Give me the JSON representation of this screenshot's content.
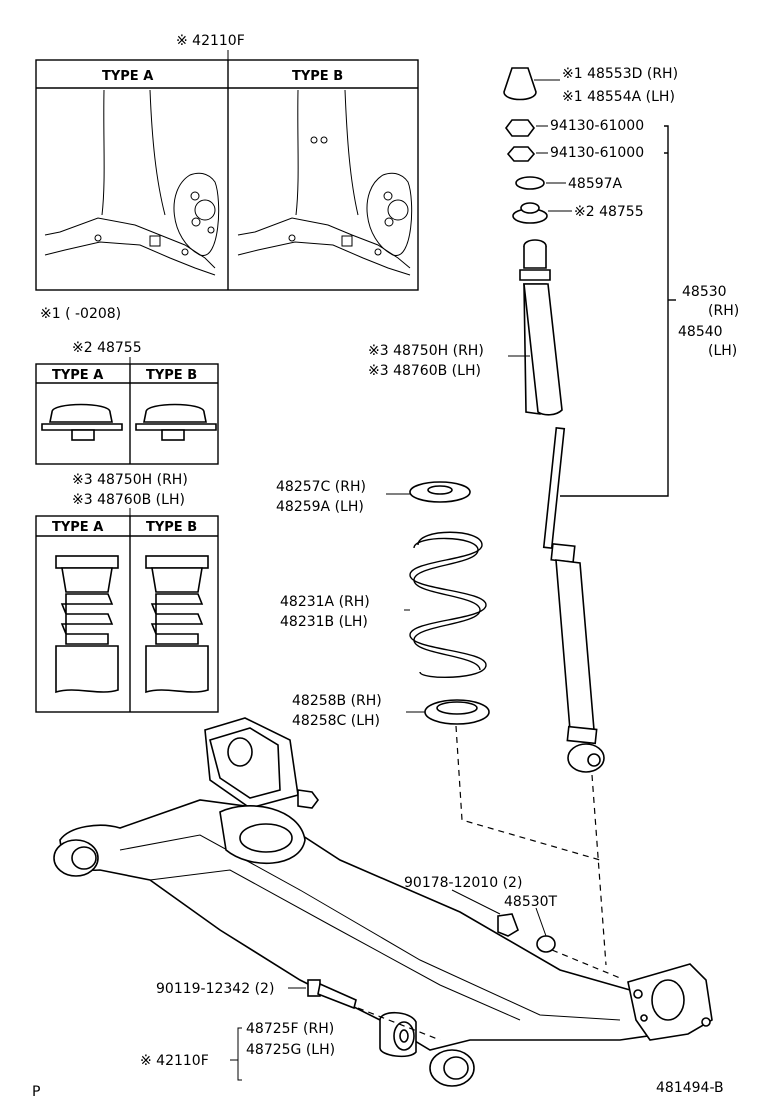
{
  "top": {
    "part_42110F_header": "※ 42110F",
    "type_a": "TYPE A",
    "type_b": "TYPE B",
    "note_range": "※1 (        -0208)"
  },
  "insert2": {
    "title": "※2 48755",
    "type_a": "TYPE A",
    "type_b": "TYPE B"
  },
  "insert3": {
    "title_rh": "※3 48750H (RH)",
    "title_lh": "※3 48760B (LH)",
    "type_a": "TYPE A",
    "type_b": "TYPE B"
  },
  "labels": {
    "p48553D": "※1 48553D (RH)",
    "p48554A": "※1 48554A (LH)",
    "nut1": "94130-61000",
    "nut2": "94130-61000",
    "p48597A": "48597A",
    "p48755": "※2 48755",
    "p48530": "48530",
    "rh1": "(RH)",
    "p48540": "48540",
    "lh1": "(LH)",
    "p48750H": "※3 48750H (RH)",
    "p48760B": "※3 48760B (LH)",
    "p48257C": "48257C (RH)",
    "p48259A": "48259A (LH)",
    "p48231A": "48231A (RH)",
    "p48231B": "48231B (LH)",
    "p48258B": "48258B (RH)",
    "p48258C": "48258C (LH)",
    "p90178": "90178-12010 (2)",
    "p48530T": "48530T",
    "p90119": "90119-12342 (2)",
    "p48725F": "48725F (RH)",
    "p48725G": "48725G (LH)",
    "p42110F": "※ 42110F",
    "footer_left": "P",
    "footer_right": "481494-B"
  }
}
